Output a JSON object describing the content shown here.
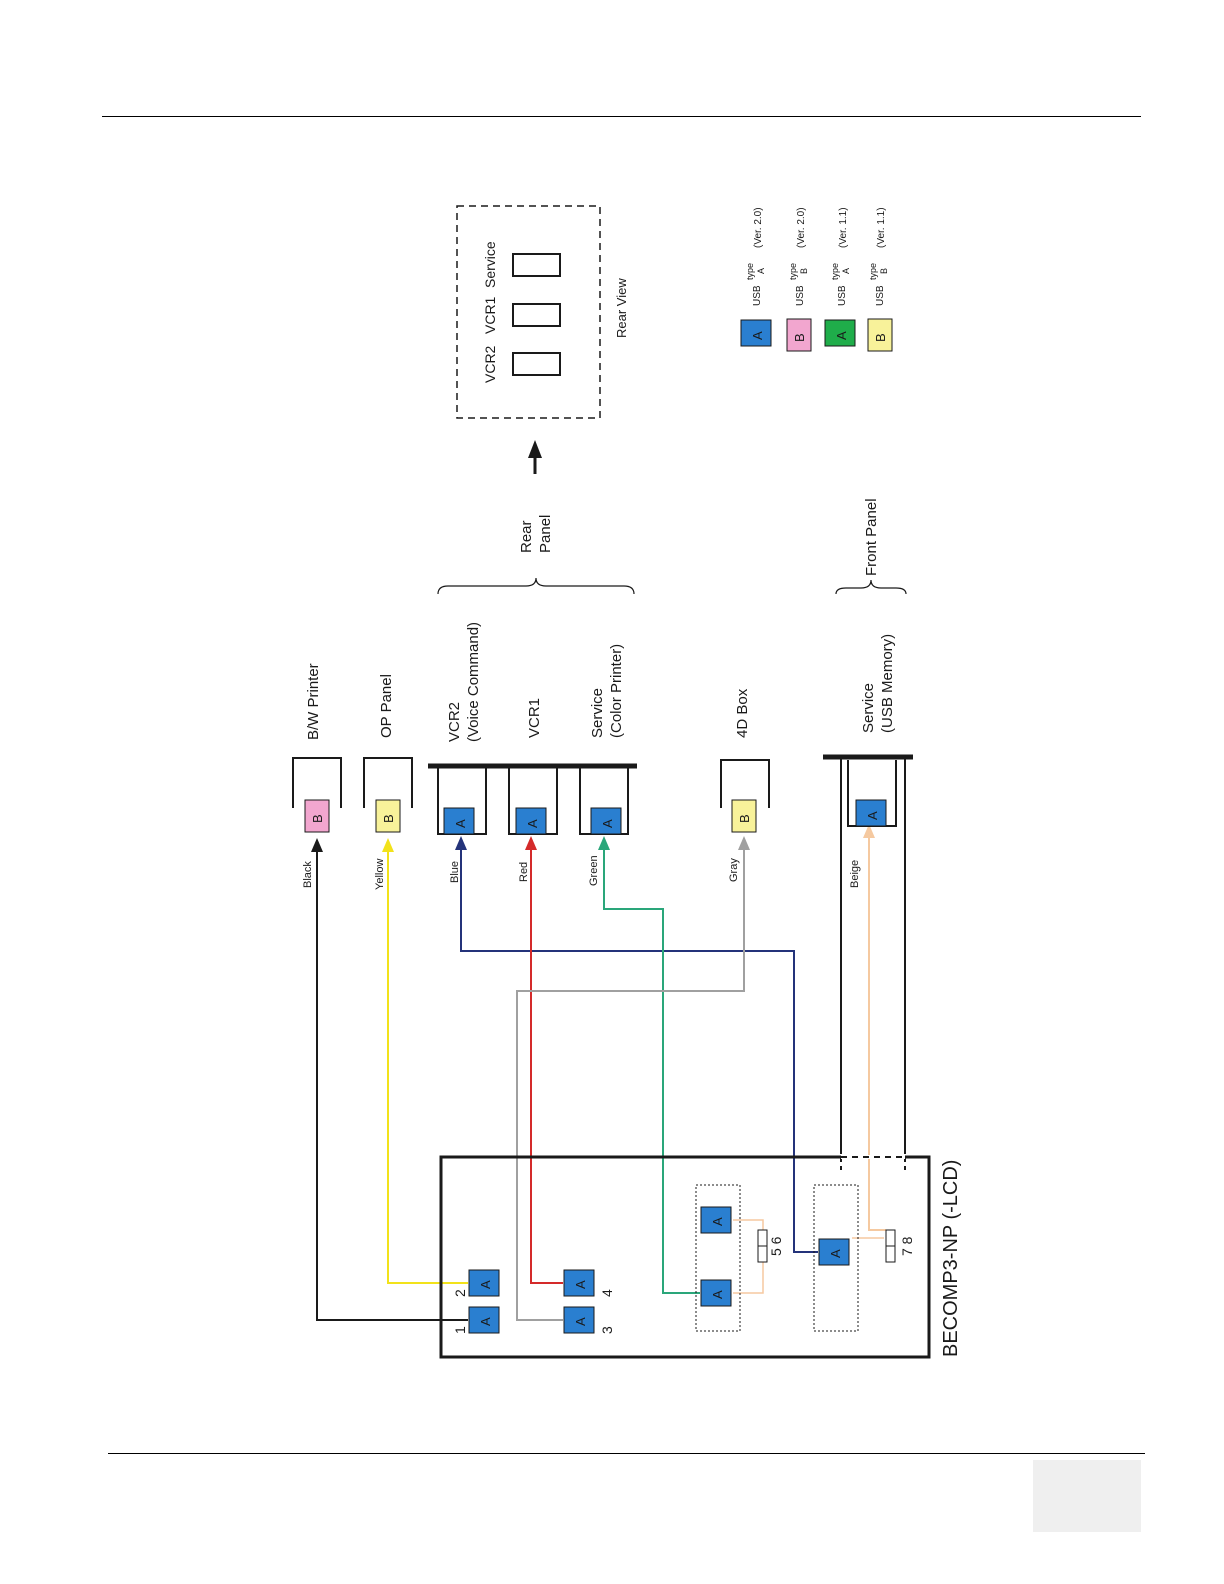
{
  "board": {
    "title": "BECOMP3-NP (-LCD)"
  },
  "board_ports": {
    "p1": {
      "type": "A",
      "number": "1"
    },
    "p2": {
      "type": "A",
      "number": "2"
    },
    "p3": {
      "type": "A",
      "number": "3"
    },
    "p4": {
      "type": "A",
      "number": "4"
    },
    "p5": {
      "type": "A",
      "number": "5 6"
    },
    "p6": {
      "type": "A"
    },
    "p7": {
      "type": "A",
      "number": "7 8"
    }
  },
  "devices": [
    {
      "id": "bw-printer",
      "label": "B/W Printer",
      "port_type": "B",
      "cable": "Black"
    },
    {
      "id": "op-panel",
      "label": "OP Panel",
      "port_type": "B",
      "cable": "Yellow"
    },
    {
      "id": "vcr2",
      "label": "VCR2\n(Voice Command)",
      "port_type": "A",
      "cable": "Blue"
    },
    {
      "id": "vcr1",
      "label": "VCR1",
      "port_type": "A",
      "cable": "Red"
    },
    {
      "id": "service-rear",
      "label": "Service\n(Color Printer)",
      "port_type": "A",
      "cable": "Green"
    },
    {
      "id": "4d-box",
      "label": "4D Box",
      "port_type": "B",
      "cable": "Gray"
    },
    {
      "id": "service-front",
      "label": "Service\n(USB Memory)",
      "port_type": "A",
      "cable": "Beige"
    }
  ],
  "groups": {
    "rear_panel": "Rear\nPanel",
    "front_panel": "Front Panel"
  },
  "rear_view": {
    "title": "Rear View",
    "port_labels": [
      "VCR2",
      "VCR1",
      "Service"
    ]
  },
  "legend": [
    {
      "letter": "A",
      "text": "USB",
      "type": "type\nA",
      "version": "(Ver. 2.0)",
      "color": "#2a7fd0"
    },
    {
      "letter": "B",
      "text": "USB",
      "type": "type\nB",
      "version": "(Ver. 2.0)",
      "color": "#f2a6cf"
    },
    {
      "letter": "A",
      "text": "USB",
      "type": "type\nA",
      "version": "(Ver. 1.1)",
      "color": "#1fad4a"
    },
    {
      "letter": "B",
      "text": "USB",
      "type": "type\nB",
      "version": "(Ver. 1.1)",
      "color": "#f8f29a"
    }
  ],
  "colors": {
    "usb_a_v2": "#2a7fd0",
    "usb_b_v2": "#f2a6cf",
    "usb_a_v11": "#1fad4a",
    "usb_b_v11": "#f8f29a",
    "black": "#1a1a1a",
    "yellow": "#f2e21a",
    "blue": "#24337a",
    "red": "#d42a2a",
    "green": "#2aa67a",
    "gray": "#a0a0a0",
    "beige": "#f5c9a0"
  }
}
